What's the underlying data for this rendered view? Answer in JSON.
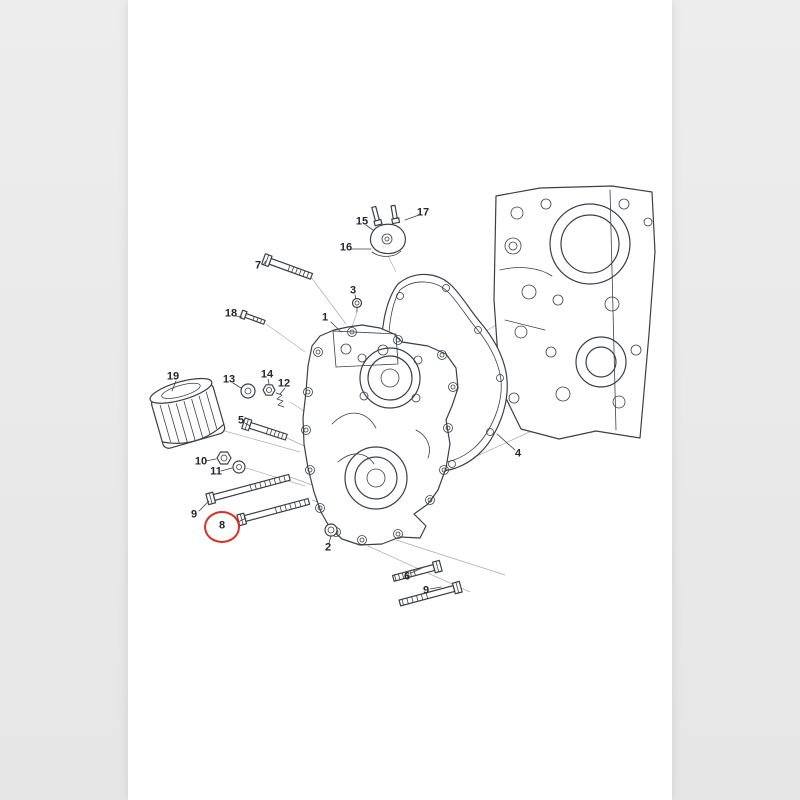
{
  "colors": {
    "line": "#3b4045",
    "guide": "#a8adb2",
    "highlight": "#d93025",
    "page": "#ffffff",
    "margin": "#e9e9e9"
  },
  "highlight": {
    "part": "8",
    "shape": "circle"
  },
  "callouts": [
    {
      "label": "1"
    },
    {
      "label": "2"
    },
    {
      "label": "3"
    },
    {
      "label": "4"
    },
    {
      "label": "5"
    },
    {
      "label": "6"
    },
    {
      "label": "7"
    },
    {
      "label": "8"
    },
    {
      "label": "9"
    },
    {
      "label": "9"
    },
    {
      "label": "10"
    },
    {
      "label": "11"
    },
    {
      "label": "12"
    },
    {
      "label": "13"
    },
    {
      "label": "14"
    },
    {
      "label": "15"
    },
    {
      "label": "16"
    },
    {
      "label": "17"
    },
    {
      "label": "18"
    },
    {
      "label": "19"
    }
  ]
}
